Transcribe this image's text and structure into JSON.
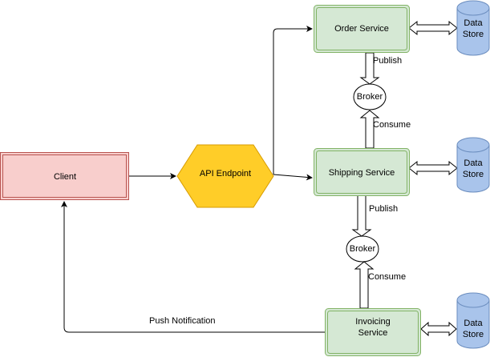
{
  "nodes": {
    "client": {
      "label": "Client"
    },
    "api": {
      "label": "API Endpoint"
    },
    "order": {
      "label": "Order Service"
    },
    "shipping": {
      "label": "Shipping Service"
    },
    "invoicing": {
      "line1": "Invoicing",
      "line2": "Service"
    },
    "broker1": {
      "label": "Broker"
    },
    "broker2": {
      "label": "Broker"
    },
    "store1": {
      "line1": "Data",
      "line2": "Store"
    },
    "store2": {
      "line1": "Data",
      "line2": "Store"
    },
    "store3": {
      "line1": "Data",
      "line2": "Store"
    }
  },
  "edges": {
    "publish1": "Publish",
    "consume1": "Consume",
    "publish2": "Publish",
    "consume2": "Consume",
    "push": "Push Notification"
  },
  "colors": {
    "service_fill": "#d5e8d4",
    "service_stroke": "#82b366",
    "client_fill": "#f8cecc",
    "client_stroke": "#b85450",
    "api_fill": "#ffcd28",
    "api_stroke": "#d79b00",
    "store_fill": "#a9c4eb",
    "store_stroke": "#6c8ebf",
    "line": "#000000"
  }
}
